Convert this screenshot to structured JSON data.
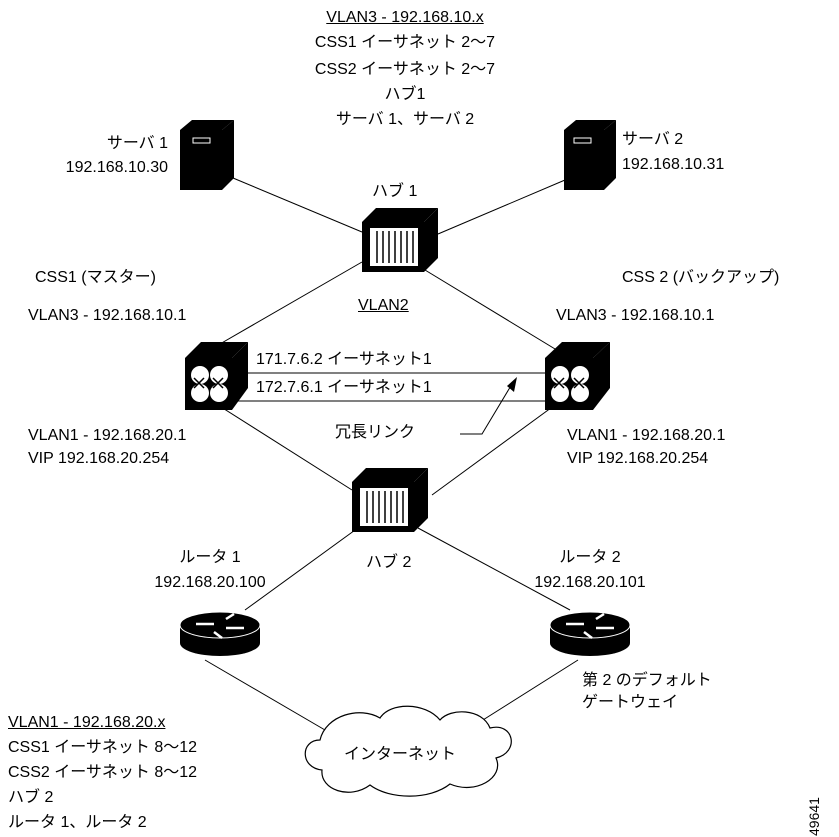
{
  "top_legend": {
    "title": "VLAN3 - 192.168.10.x",
    "lines": [
      "CSS1 イーサネット 2〜7",
      "CSS2 イーサネット 2〜7",
      "ハブ1",
      "サーバ 1、サーバ 2"
    ]
  },
  "server1": {
    "name": "サーバ 1",
    "ip": "192.168.10.30"
  },
  "server2": {
    "name": "サーバ 2",
    "ip": "192.168.10.31"
  },
  "hub1": {
    "name": "ハブ 1"
  },
  "hub2": {
    "name": "ハブ 2"
  },
  "css1": {
    "name": "CSS1 (マスター)",
    "vlan3": "VLAN3 - 192.168.10.1",
    "vlan1": "VLAN1 - 192.168.20.1",
    "vip": "VIP 192.168.20.254"
  },
  "css2": {
    "name": "CSS 2 (バックアップ)",
    "vlan3": "VLAN3 - 192.168.10.1",
    "vlan1": "VLAN1 - 192.168.20.1",
    "vip": "VIP 192.168.20.254"
  },
  "vlan2_label": "VLAN2",
  "link_top": "171.7.6.2 イーサネット1",
  "link_bottom": "172.7.6.1 イーサネット1",
  "redundant_link": "冗長リンク",
  "router1": {
    "name": "ルータ 1",
    "ip": "192.168.20.100"
  },
  "router2": {
    "name": "ルータ 2",
    "ip": "192.168.20.101"
  },
  "gateway": {
    "line1": "第 2 のデフォルト",
    "line2": "ゲートウェイ"
  },
  "internet": "インターネット",
  "bottom_legend": {
    "title": "VLAN1 - 192.168.20.x",
    "lines": [
      "CSS1 イーサネット 8〜12",
      "CSS2 イーサネット 8〜12",
      "ハブ 2",
      "ルータ 1、ルータ 2"
    ]
  },
  "figure_number": "49641"
}
